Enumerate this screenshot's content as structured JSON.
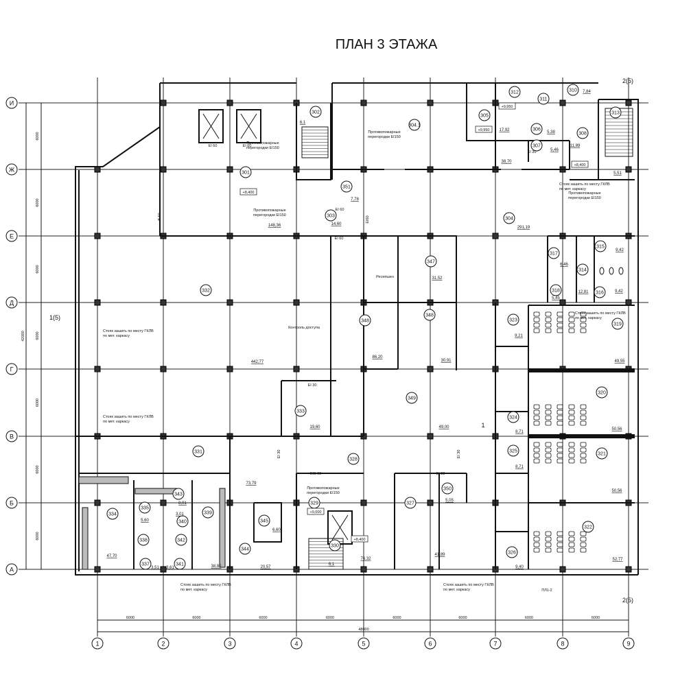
{
  "title": "ПЛАН 3 ЭТАЖА",
  "axes": {
    "rows": [
      "И",
      "Ж",
      "Е",
      "Д",
      "Г",
      "В",
      "Б",
      "А"
    ],
    "cols": [
      "1",
      "2",
      "3",
      "4",
      "5",
      "6",
      "7",
      "8",
      "9"
    ]
  },
  "dimensions": {
    "row_spans": [
      "6000",
      "6000",
      "6000",
      "6000",
      "6000",
      "6000",
      "6000"
    ],
    "total_height": "42000",
    "col_spans": [
      "6000",
      "6000",
      "6000",
      "6000",
      "6000",
      "6000",
      "6000",
      "6000"
    ],
    "total_width": "48000"
  },
  "rooms": [
    {
      "number": "301",
      "area": "148,36"
    },
    {
      "number": "302",
      "area": "6,1"
    },
    {
      "number": "303",
      "area": "14,60"
    },
    {
      "number": "351",
      "area": "7,78"
    },
    {
      "number": "304.1",
      "area": null
    },
    {
      "number": "305",
      "area": "17,92"
    },
    {
      "number": "312",
      "area": null
    },
    {
      "number": "311",
      "area": null
    },
    {
      "number": "310",
      "area": "7,84"
    },
    {
      "number": "306",
      "area": "5,38"
    },
    {
      "number": "307",
      "area": "5,46"
    },
    {
      "number": "308",
      "area": "11,89"
    },
    {
      "number": "313",
      "area": "5,51"
    },
    {
      "number": "304",
      "area": "291,19"
    },
    {
      "number": "315",
      "area": "9,42"
    },
    {
      "number": "317",
      "area": "6,46"
    },
    {
      "number": "314",
      "area": "12,81"
    },
    {
      "number": "318",
      "area": "5,45"
    },
    {
      "number": "316",
      "area": "9,42"
    },
    {
      "number": "347",
      "area": "31,52"
    },
    {
      "number": "332",
      "area": "442,77"
    },
    {
      "number": "348",
      "area": "86,20"
    },
    {
      "number": "348",
      "area": "30,91"
    },
    {
      "number": "323",
      "area": "9,21"
    },
    {
      "number": "319",
      "area": "49,55"
    },
    {
      "number": "333",
      "area": "19,60"
    },
    {
      "number": "349",
      "area": "49,00"
    },
    {
      "number": "324",
      "area": "8,71"
    },
    {
      "number": "320",
      "area": "50,56"
    },
    {
      "number": "331",
      "area": "73,79"
    },
    {
      "number": "328",
      "area": "76,32"
    },
    {
      "number": "325",
      "area": "8,71"
    },
    {
      "number": "321",
      "area": "50,56"
    },
    {
      "number": "350",
      "area": "5,05"
    },
    {
      "number": "327",
      "area": "41,89"
    },
    {
      "number": "334",
      "area": "47,70"
    },
    {
      "number": "335",
      "area": "5,60"
    },
    {
      "number": "343",
      "area": "8,01"
    },
    {
      "number": "339",
      "area": "38,80"
    },
    {
      "number": "340",
      "area": "3,01"
    },
    {
      "number": "338",
      "area": null
    },
    {
      "number": "342",
      "area": null
    },
    {
      "number": "337",
      "area": "3,51"
    },
    {
      "number": "341",
      "area": "3,61"
    },
    {
      "number": "345",
      "area": "6,60"
    },
    {
      "number": "344",
      "area": "20,57"
    },
    {
      "number": "329",
      "area": null
    },
    {
      "number": "330",
      "area": "6,1"
    },
    {
      "number": "326",
      "area": "9,40"
    },
    {
      "number": "322",
      "area": "52,77"
    }
  ],
  "other_areas": [
    "38,70"
  ],
  "level_marks": [
    "+8,400",
    "+9,950",
    "+9,950",
    "+8,400",
    "+9,000",
    "+8,400"
  ],
  "labels": {
    "reception": "Ресепшен",
    "access_control": "Контроль доступа",
    "panel": "ПЛ1-2"
  },
  "notes": {
    "fire_partition_1": "Противопожарные",
    "fire_partition_2": "перегородки EI150",
    "riser_1": "Стояк зашить по месту ГКЛВ",
    "riser_2": "по мет. каркасу"
  },
  "door_ratings": [
    "EI 60",
    "EI 60",
    "EI 60",
    "EI 60",
    "EI60",
    "EI 30",
    "EI 30",
    "EI 30",
    "EI 30",
    "EI 30",
    "EIS 60",
    "B 60"
  ],
  "section_marks": [
    "1(5)",
    "2(5)",
    "2(5)",
    "1"
  ]
}
